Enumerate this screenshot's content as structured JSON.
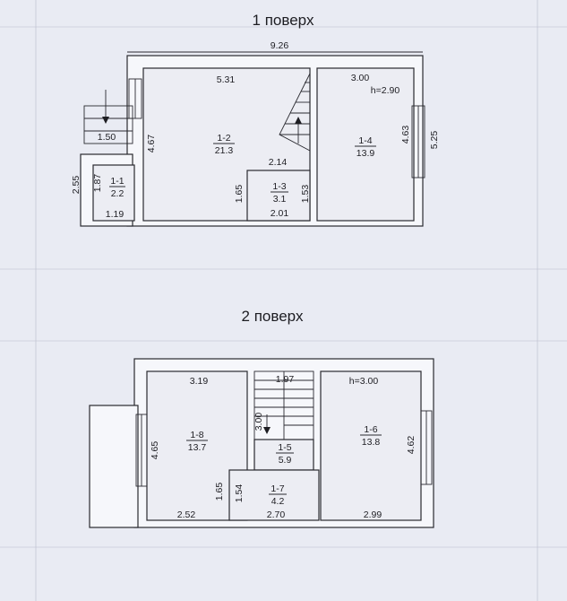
{
  "floor1": {
    "title": "1 поверх",
    "overall_width": "9.26",
    "rooms": [
      {
        "id": "1-1",
        "area": "2.2"
      },
      {
        "id": "1-2",
        "area": "21.3"
      },
      {
        "id": "1-3",
        "area": "3.1"
      },
      {
        "id": "1-4",
        "area": "13.9"
      }
    ],
    "dims": {
      "d531": "5.31",
      "d300": "3.00",
      "height": "h=2.90",
      "d150": "1.50",
      "d467": "4.67",
      "d187": "1.87",
      "d255": "2.55",
      "d119": "1.19",
      "d214": "2.14",
      "d165": "1.65",
      "d153": "1.53",
      "d201": "2.01",
      "d463": "4.63",
      "d525": "5.25"
    }
  },
  "floor2": {
    "title": "2 поверх",
    "rooms": [
      {
        "id": "1-5",
        "area": "5.9"
      },
      {
        "id": "1-6",
        "area": "13.8"
      },
      {
        "id": "1-7",
        "area": "4.2"
      },
      {
        "id": "1-8",
        "area": "13.7"
      }
    ],
    "dims": {
      "d319": "3.19",
      "d197": "1.97",
      "height": "h=3.00",
      "d300": "3.00",
      "d465": "4.65",
      "d462": "4.62",
      "d165": "1.65",
      "d154": "1.54",
      "d252": "2.52",
      "d270": "2.70",
      "d299": "2.99"
    }
  }
}
